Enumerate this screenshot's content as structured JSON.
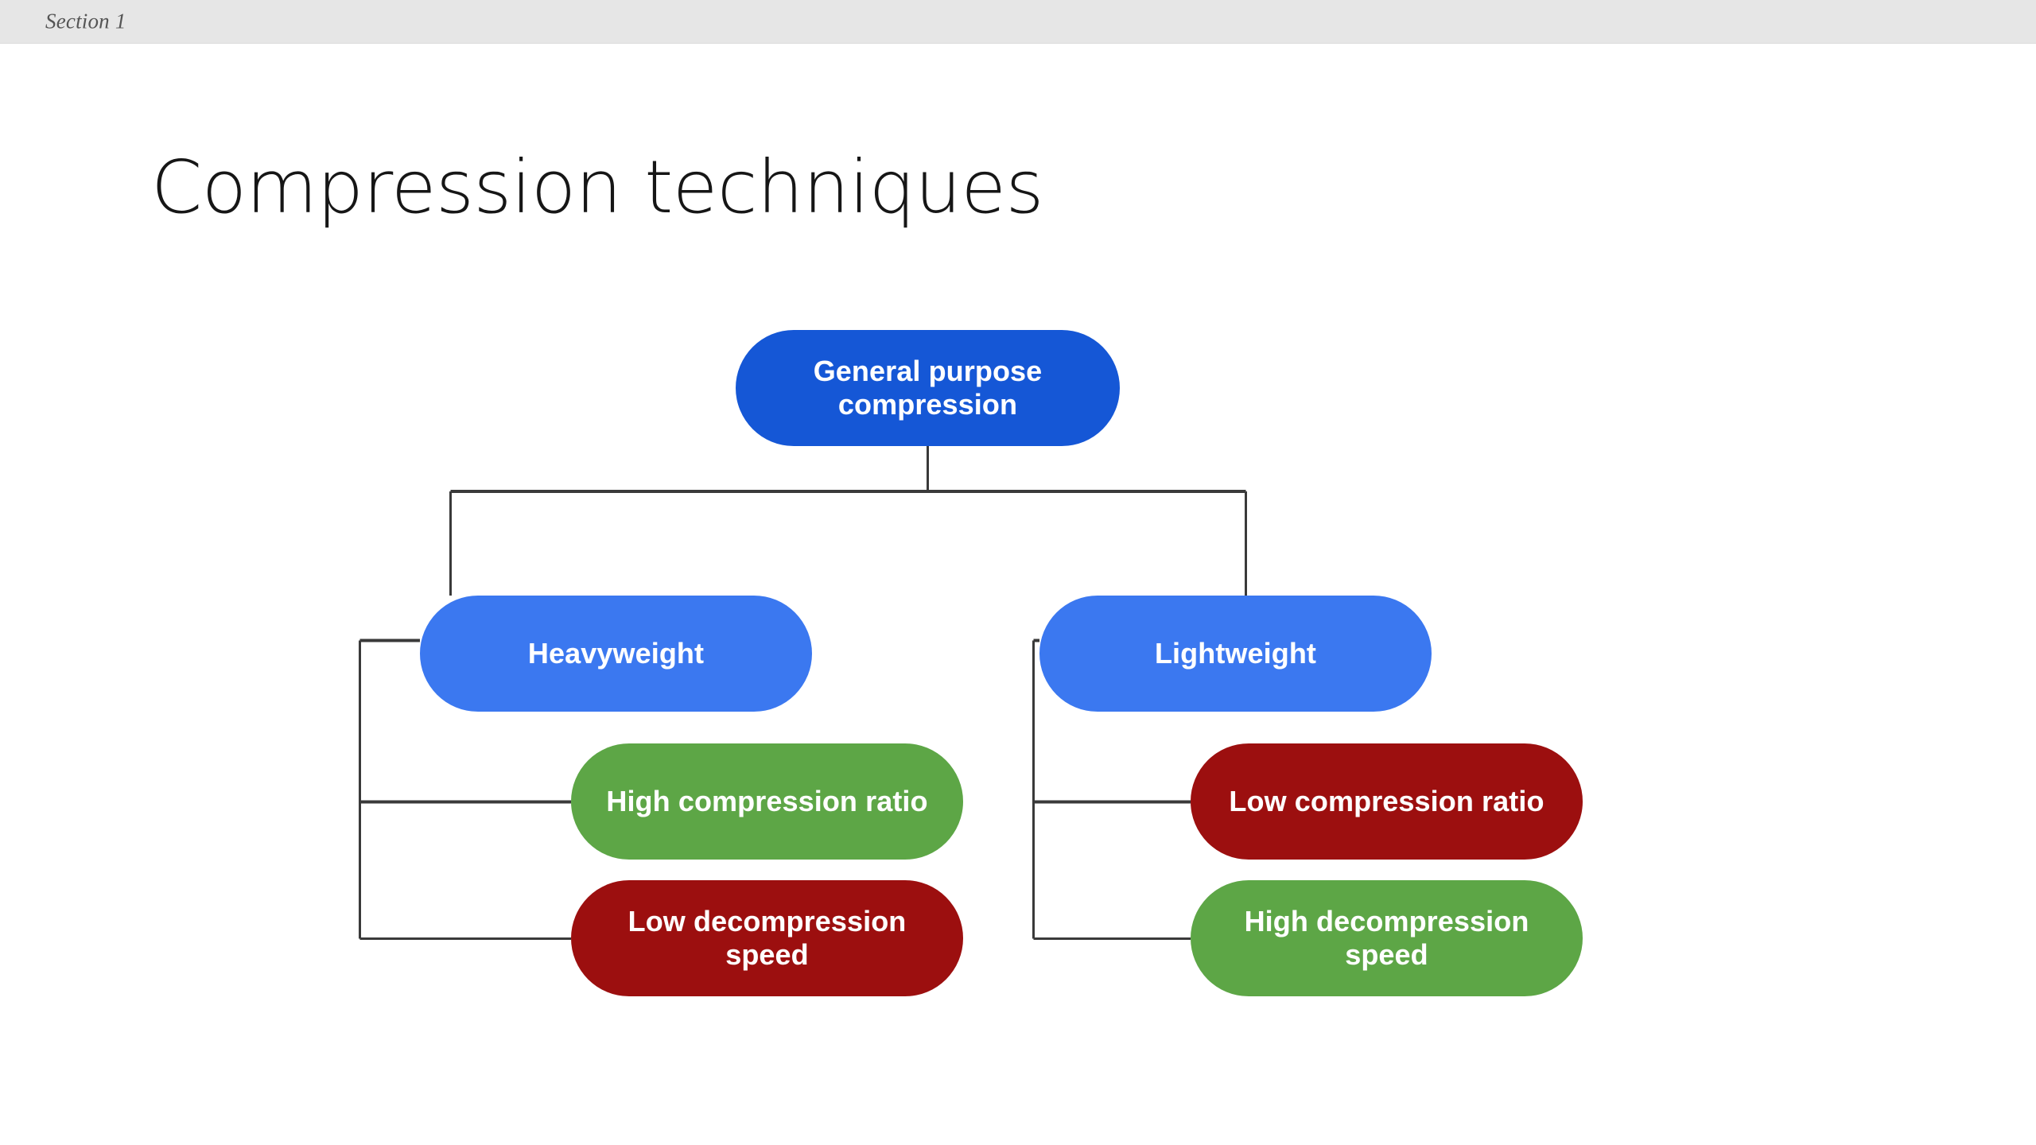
{
  "section": {
    "label": "Section 1"
  },
  "slide": {
    "title": "Compression techniques"
  },
  "colors": {
    "root_blue": "#1557d6",
    "branch_blue": "#3b78f0",
    "green": "#5da646",
    "dark_red": "#9c0f0f",
    "connector": "#3a3a3a",
    "header_bg": "#e6e6e6",
    "slide_bg": "#ffffff",
    "title_text": "#161616",
    "section_text": "#555555",
    "node_text": "#ffffff"
  },
  "diagram": {
    "type": "tree",
    "root": {
      "id": "general-purpose-compression",
      "label": "General purpose compression",
      "color": "#1557d6"
    },
    "branches": [
      {
        "id": "heavyweight",
        "label": "Heavyweight",
        "color": "#3b78f0",
        "children": [
          {
            "id": "high-compression-ratio",
            "label": "High compression ratio",
            "color": "#5da646",
            "sentiment": "positive"
          },
          {
            "id": "low-decompression-speed",
            "label": "Low decompression speed",
            "color": "#9c0f0f",
            "sentiment": "negative"
          }
        ]
      },
      {
        "id": "lightweight",
        "label": "Lightweight",
        "color": "#3b78f0",
        "children": [
          {
            "id": "low-compression-ratio",
            "label": "Low compression ratio",
            "color": "#9c0f0f",
            "sentiment": "negative"
          },
          {
            "id": "high-decompression-speed",
            "label": "High decompression speed",
            "color": "#5da646",
            "sentiment": "positive"
          }
        ]
      }
    ]
  }
}
